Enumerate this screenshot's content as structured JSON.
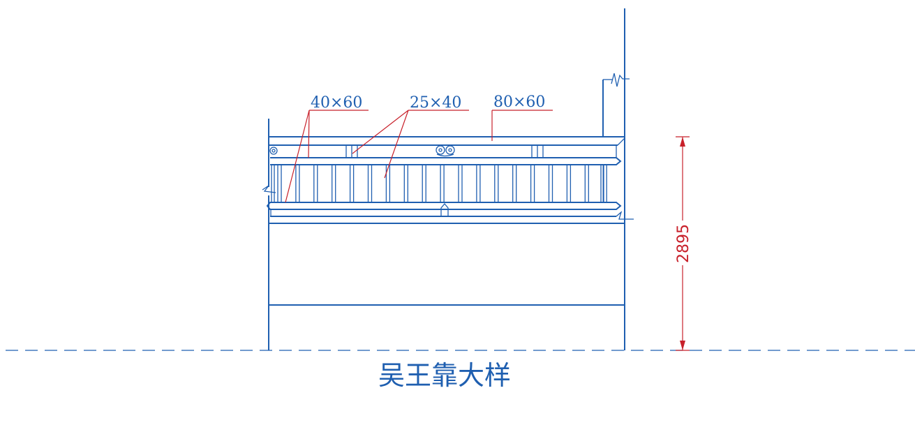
{
  "labels": {
    "member_a": "40×60",
    "member_b": "25×40",
    "member_c": "80×60"
  },
  "dimension": {
    "height": "2895"
  },
  "caption": "吴王靠大样",
  "colors": {
    "line": "#1f5fb0",
    "dimension": "#c8202a",
    "background": "#ffffff"
  },
  "icons": {
    "ornament": "floral-carving-icon"
  }
}
